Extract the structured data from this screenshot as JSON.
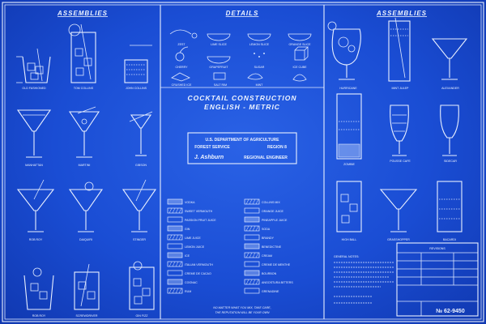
{
  "sections": {
    "assemblies_left": "ASSEMBLIES",
    "details": "DETAILS",
    "assemblies_right": "ASSEMBLIES"
  },
  "title": {
    "line1": "COCKTAIL CONSTRUCTION",
    "line2": "ENGLISH - METRIC"
  },
  "agency": {
    "line1": "U.S. DEPARTMENT OF AGRICULTURE",
    "line2_left": "FOREST SERVICE",
    "line2_right": "REGION 8",
    "line3": "REGIONAL ENGINEER",
    "signature": "J. Ashburn"
  },
  "drinks_left": [
    "OLD FASHIONED",
    "TOM COLLINS",
    "JOHN COLLINS",
    "MANHATTAN",
    "MARTINI",
    "GIBSON",
    "ROB ROY",
    "DAIQUIRI",
    "STINGER",
    "ROB ROY",
    "SCREWDRIVER",
    "GIN FIZZ"
  ],
  "drinks_right": [
    "HURRICANE",
    "MINT JULEP",
    "ALEXANDER",
    "ZOMBIE",
    "POUSSE CAFE",
    "SIDECAR",
    "HIGH BALL",
    "GRASSHOPPER",
    "BACARDI"
  ],
  "details": [
    "ZEST",
    "LIME SLICE",
    "LEMON SLICE",
    "ORANGE SLICE",
    "CHERRY",
    "GRAPEFRUIT",
    "SUGAR",
    "ICE CUBE",
    "CRUSHED ICE",
    "SALT RIM",
    "MINT"
  ],
  "legend_left": [
    "VODKA",
    "SWEET VERMOUTH",
    "PASSION FRUIT JUICE",
    "GIN",
    "LIME JUICE",
    "LEMON JUICE",
    "ICE",
    "ITALIAN VERMOUTH",
    "CREME DE CACAO",
    "COGNAC",
    "RUM"
  ],
  "legend_right": [
    "COLLINS MIX",
    "ORANGE JUICE",
    "PINEAPPLE JUICE",
    "SODA",
    "BRANDY",
    "BENEDICTINE",
    "CREAM",
    "CREME DE MENTHE",
    "BOURBON",
    "ANGOSTURA BITTERS",
    "GRENADINE"
  ],
  "footer_note": {
    "line1": "NO MATTER WHAT YOU MIX, TAKE CARE,",
    "line2": "THE REPUTATION WILL BE YOUR OWN"
  },
  "general_notes_title": "GENERAL NOTES:",
  "revision_title": "REVISIONS",
  "drawing_number": "№ 62-9450"
}
